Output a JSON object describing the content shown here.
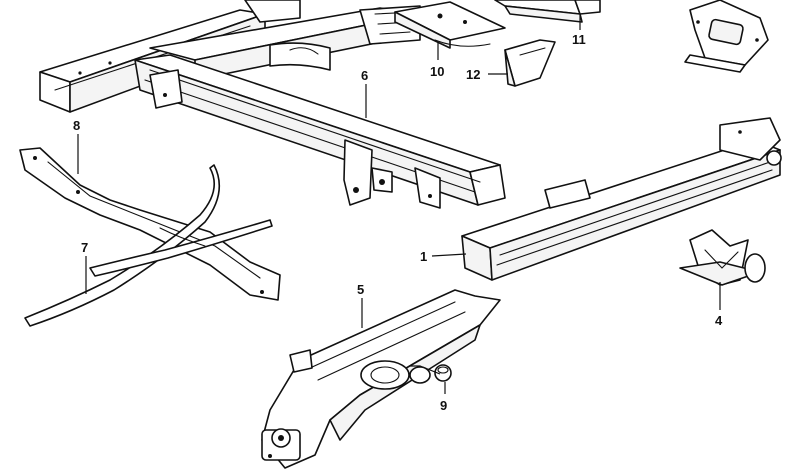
{
  "callouts": [
    {
      "id": "c1",
      "label": "1"
    },
    {
      "id": "c4",
      "label": "4"
    },
    {
      "id": "c5",
      "label": "5"
    },
    {
      "id": "c6",
      "label": "6"
    },
    {
      "id": "c7",
      "label": "7"
    },
    {
      "id": "c8",
      "label": "8"
    },
    {
      "id": "c9",
      "label": "9"
    },
    {
      "id": "c10",
      "label": "10"
    },
    {
      "id": "c11",
      "label": "11"
    },
    {
      "id": "c12",
      "label": "12"
    }
  ],
  "colors": {
    "ink": "#111111",
    "background": "#ffffff"
  }
}
